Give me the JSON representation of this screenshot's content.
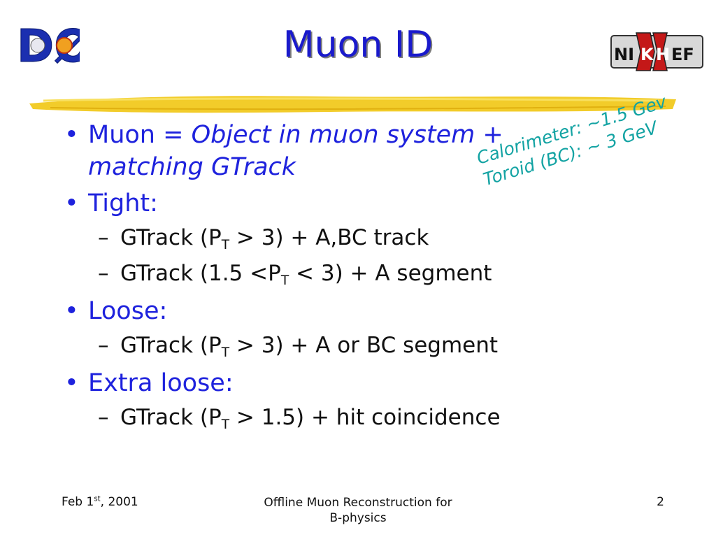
{
  "header": {
    "title": "Muon ID",
    "logo_left_text": "DØ",
    "logo_right_text": [
      "NI",
      "K",
      "H",
      "EF"
    ]
  },
  "bullets": [
    {
      "marker": "•",
      "lead": "Muon = ",
      "italic": "Object in muon system + ",
      "cont": "matching GTrack"
    },
    {
      "marker": "•",
      "text": "Tight:"
    },
    {
      "marker": "•",
      "text": "Loose:"
    },
    {
      "marker": "•",
      "text": "Extra loose:"
    }
  ],
  "subitems": {
    "tight_1": {
      "dash": "–",
      "pre": "GTrack (P",
      "sub": "T",
      "post": " > 3) + A,BC track"
    },
    "tight_2": {
      "dash": "–",
      "pre": "GTrack (1.5 <P",
      "sub": "T",
      "post": " < 3) + A segment"
    },
    "loose_1": {
      "dash": "–",
      "pre": "GTrack (P",
      "sub": "T",
      "post": " > 3) + A or BC segment"
    },
    "extra_1": {
      "dash": "–",
      "pre": "GTrack (P",
      "sub": "T",
      "post": " > 1.5) + hit coincidence"
    }
  },
  "annotation": {
    "line1": "Calorimeter: ~1.5 Gev",
    "line2": "Toroid (BC): ~ 3 GeV"
  },
  "footer": {
    "date_pre": "Feb 1",
    "date_sup": "st",
    "date_post": ", 2001",
    "center_line1": "Offline Muon Reconstruction for",
    "center_line2": "B-physics",
    "page": "2"
  },
  "colors": {
    "title": "#1a1acc",
    "bullet": "#1e22dd",
    "annotation": "#13a3a3",
    "highlight": "#f2cc2a"
  }
}
